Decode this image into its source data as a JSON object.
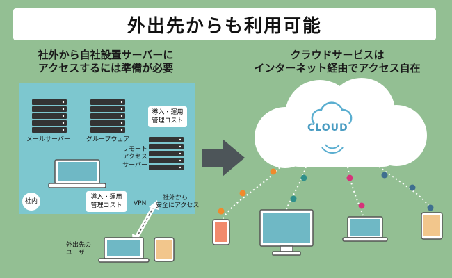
{
  "title": "外出先からも利用可能",
  "left": {
    "heading_line1": "社外から自社設置サーバーに",
    "heading_line2": "アクセスするには準備が必要",
    "mail_server": "メールサーバー",
    "groupware": "グループウェア",
    "cost_box_top_line1": "導入・運用",
    "cost_box_top_line2": "管理コスト",
    "remote_line1": "リモート",
    "remote_line2": "アクセス",
    "remote_line3": "サーバー",
    "office_badge": "社内",
    "cost_box_bottom_line1": "導入・運用",
    "cost_box_bottom_line2": "管理コスト",
    "vpn": "VPN",
    "secure_line1": "社外から",
    "secure_line2": "安全にアクセス",
    "user_line1": "外出先の",
    "user_line2": "ユーザー"
  },
  "right": {
    "heading_line1": "クラウドサービスは",
    "heading_line2": "インターネット経由でアクセス自在",
    "cloud_logo": "CLOUD"
  },
  "colors": {
    "background": "#93bf93",
    "office_panel": "#7dc7cf",
    "server": "#333333",
    "laptop_screen": "#6fb8c5",
    "tablet": "#f2c68c",
    "phone": "#f28a6c",
    "dot_orange": "#f08a2c",
    "dot_teal": "#2f8f8a",
    "dot_pink": "#d6337a",
    "dot_blue": "#3f6f8f",
    "arrow": "#4d5559"
  }
}
